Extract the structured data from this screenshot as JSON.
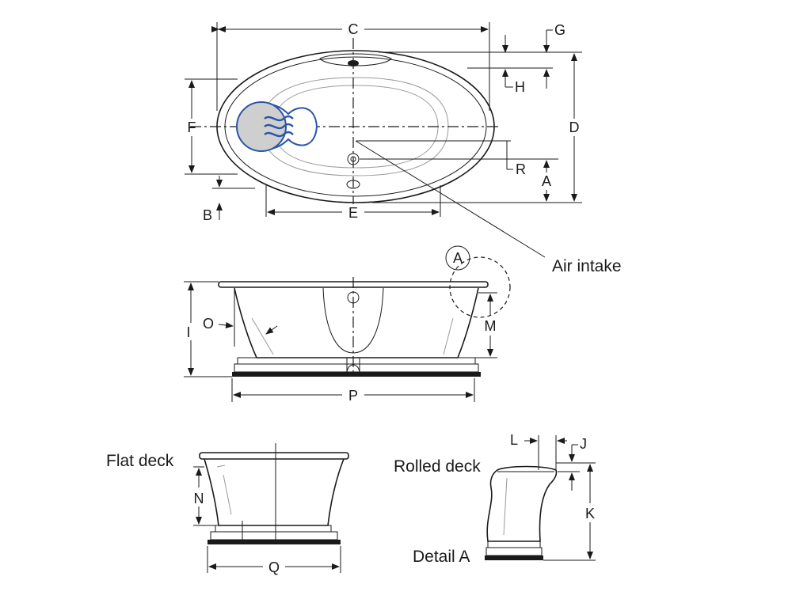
{
  "labels": {
    "a": "A",
    "b": "B",
    "c": "C",
    "d": "D",
    "e": "E",
    "f": "F",
    "g": "G",
    "h": "H",
    "i": "I",
    "j": "J",
    "k": "K",
    "l": "L",
    "m": "M",
    "n": "N",
    "o": "O",
    "p": "P",
    "q": "Q",
    "r": "R",
    "detail_circle": "A"
  },
  "captions": {
    "air_intake": "Air intake",
    "flat_deck": "Flat deck",
    "rolled_deck": "Rolled deck",
    "detail_a": "Detail A"
  },
  "colors": {
    "line": "#1a1a1a",
    "jet_blue": "#2a55a6",
    "jet_fill": "#cfcfcf"
  },
  "icons": [
    "whirlpool-jet-icon"
  ]
}
